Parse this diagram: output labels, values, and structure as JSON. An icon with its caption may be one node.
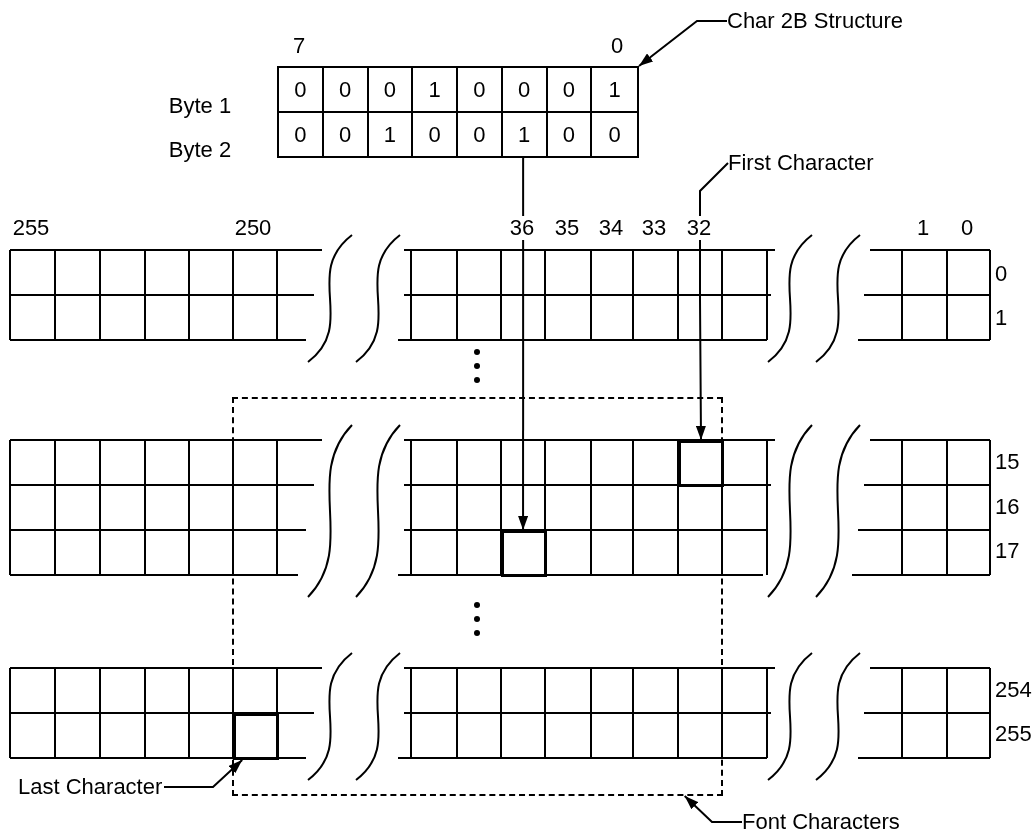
{
  "diagram": {
    "nodes": [
      {
        "text": [
          "Char 2B Structure"
        ]
      },
      {
        "text": [],
        "shape": "box",
        "beside": [
          "7",
          "0"
        ]
      },
      {
        "text": [
          "First Character"
        ]
      },
      {
        "text": [],
        "shape": "box"
      },
      {
        "text": [],
        "shape": "box",
        "in": 3
      },
      {
        "text": [],
        "shape": "box",
        "in": 3
      },
      {
        "text": [
          "Last Character"
        ]
      },
      {
        "text": [],
        "shape": "box",
        "in": 3
      },
      {
        "text": [
          "Font Characters"
        ]
      }
    ],
    "edges": [
      {
        "from": 0,
        "to": 1,
        "arrow": "to"
      },
      {
        "from": 1,
        "to": 5,
        "arrow": "to"
      },
      {
        "from": 2,
        "to": 4,
        "arrow": "to"
      },
      {
        "from": 6,
        "to": 7,
        "arrow": "to"
      },
      {
        "from": 8,
        "to": 3,
        "arrow": "to"
      }
    ],
    "labels": [
      "Byte 1",
      "Byte 2",
      "0",
      "0",
      "0",
      "1",
      "0",
      "0",
      "0",
      "1",
      "0",
      "0",
      "1",
      "0",
      "0",
      "1",
      "0",
      "0",
      "255",
      "250",
      "36",
      "35",
      "34",
      "33",
      "32",
      "1",
      "0",
      "0",
      "1",
      "15",
      "16",
      "17",
      "254",
      "255"
    ]
  }
}
